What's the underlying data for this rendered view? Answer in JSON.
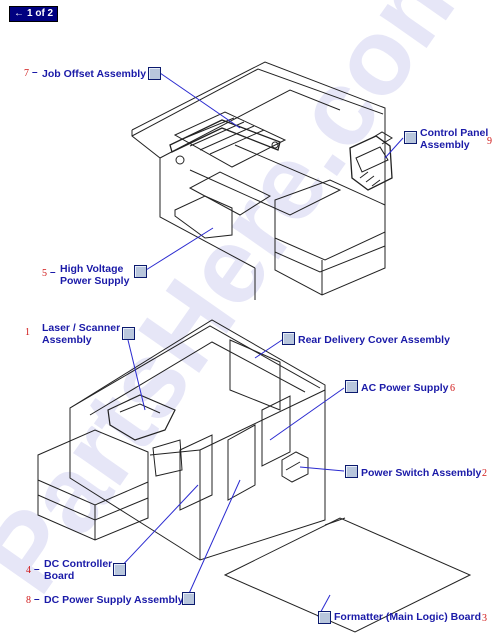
{
  "nav": {
    "arrow": "←",
    "label": "1 of 2"
  },
  "watermark": "PartsHere.com",
  "callouts": [
    {
      "id": "job-offset",
      "lines": [
        "Job Offset Assembly"
      ],
      "num": "7"
    },
    {
      "id": "control-panel",
      "lines": [
        "Control Panel",
        "Assembly"
      ],
      "num": "9"
    },
    {
      "id": "high-voltage",
      "lines": [
        "High Voltage",
        "Power Supply"
      ],
      "num": "5"
    },
    {
      "id": "laser-scanner",
      "lines": [
        "Laser / Scanner",
        "Assembly"
      ],
      "num": "1"
    },
    {
      "id": "rear-delivery",
      "lines": [
        "Rear Delivery Cover Assembly"
      ],
      "num": ""
    },
    {
      "id": "ac-power",
      "lines": [
        "AC Power Supply"
      ],
      "num": "6"
    },
    {
      "id": "power-switch",
      "lines": [
        "Power Switch Assembly"
      ],
      "num": "2"
    },
    {
      "id": "dc-controller",
      "lines": [
        "DC Controller",
        "Board"
      ],
      "num": "4"
    },
    {
      "id": "dc-power",
      "lines": [
        "DC Power Supply Assembly"
      ],
      "num": "8"
    },
    {
      "id": "formatter",
      "lines": [
        "Formatter (Main Logic) Board"
      ],
      "num": "3"
    }
  ]
}
